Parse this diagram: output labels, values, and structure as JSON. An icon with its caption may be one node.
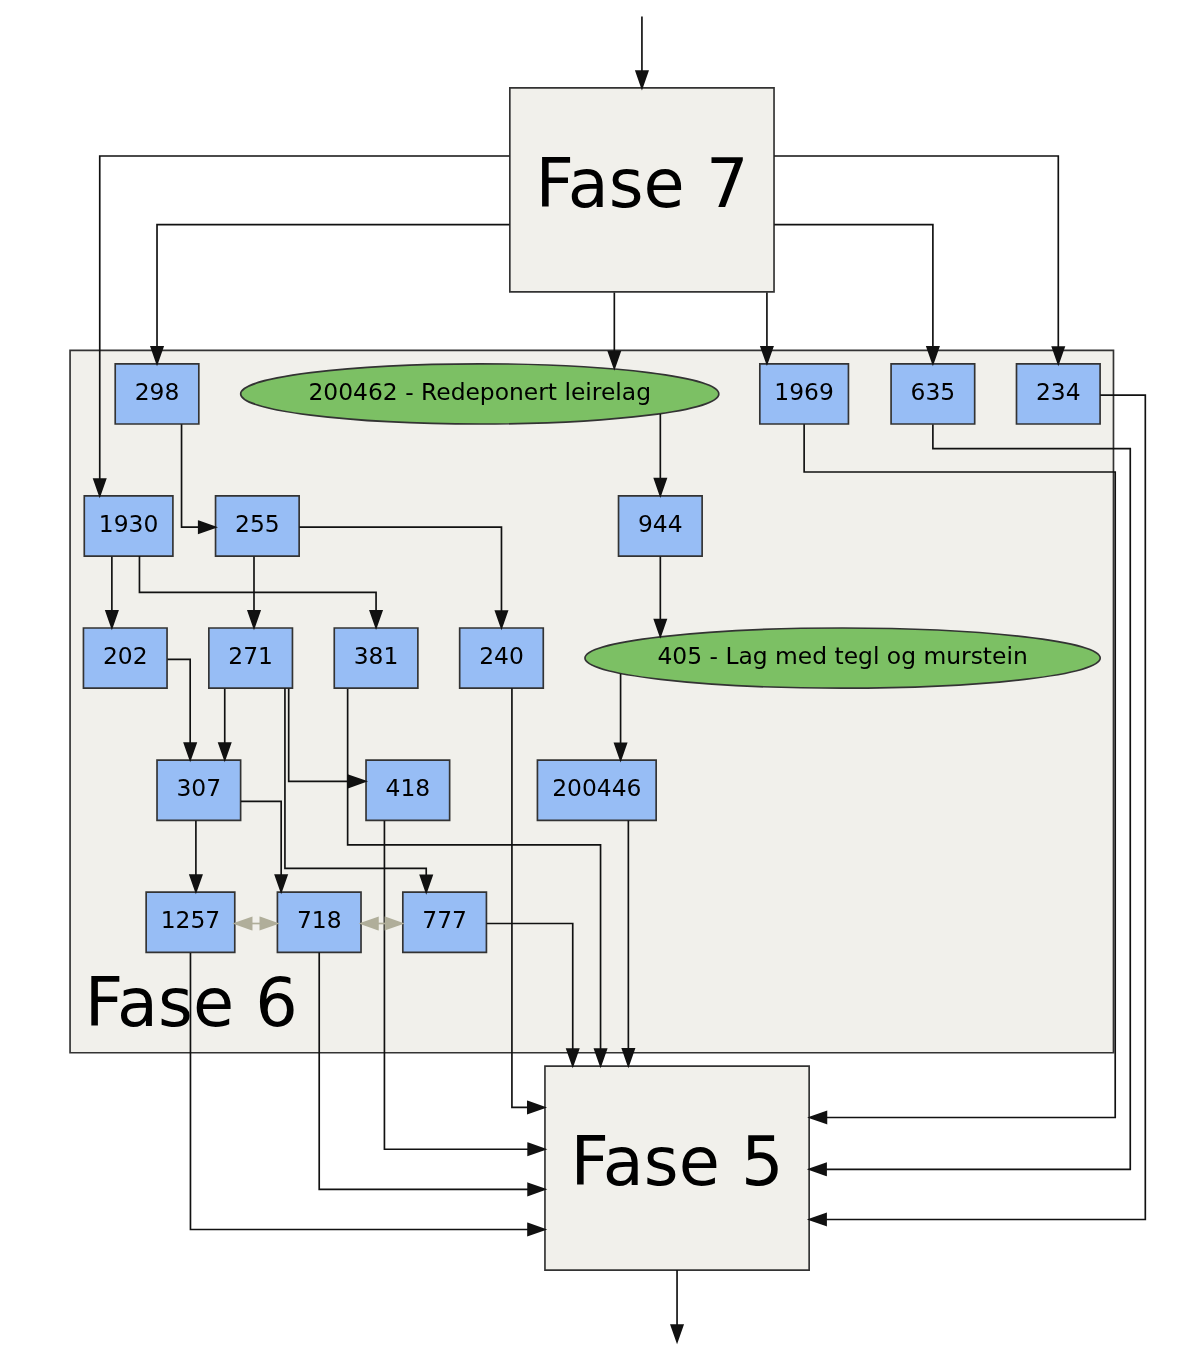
{
  "diagram": {
    "nodes": [
      {
        "text": [
          "Fase 7"
        ]
      },
      {
        "text": [
          "Fase 6"
        ]
      },
      {
        "text": [
          "1969"
        ],
        "in": 1
      },
      {
        "text": [
          "635"
        ],
        "in": 1
      },
      {
        "text": [
          "298"
        ],
        "in": 1
      },
      {
        "text": [
          "234"
        ],
        "in": 1
      },
      {
        "text": [
          "200462 - Redeponert leirelag"
        ],
        "in": 1
      },
      {
        "text": [
          "255"
        ],
        "in": 1
      },
      {
        "text": [
          "1930"
        ],
        "in": 1
      },
      {
        "text": [
          "944"
        ],
        "in": 1
      },
      {
        "text": [
          "240"
        ],
        "in": 1
      },
      {
        "text": [
          "271"
        ],
        "in": 1
      },
      {
        "text": [
          "202"
        ],
        "in": 1
      },
      {
        "text": [
          "381"
        ],
        "in": 1
      },
      {
        "text": [
          "405 - Lag med tegl og murstein"
        ],
        "in": 1
      },
      {
        "text": [
          "418"
        ],
        "in": 1
      },
      {
        "text": [
          "307"
        ],
        "in": 1
      },
      {
        "text": [
          "200446"
        ],
        "in": 1
      },
      {
        "text": [
          "777"
        ],
        "in": 1
      },
      {
        "text": [
          "718"
        ],
        "in": 1
      },
      {
        "text": [
          "1257"
        ],
        "in": 1
      },
      {
        "text": [
          "Fase 5"
        ]
      }
    ],
    "edges": [
      {
        "from": null,
        "to": 0,
        "arrow": "to"
      },
      {
        "from": 0,
        "to": 2,
        "arrow": "to"
      },
      {
        "from": 0,
        "to": 3,
        "arrow": "to"
      },
      {
        "from": 0,
        "to": 4,
        "arrow": "to"
      },
      {
        "from": 0,
        "to": 8,
        "arrow": "to"
      },
      {
        "from": 0,
        "to": 5,
        "arrow": "to"
      },
      {
        "from": 0,
        "to": 6,
        "arrow": "to"
      },
      {
        "from": 4,
        "to": 7,
        "arrow": "to"
      },
      {
        "from": 7,
        "to": 10,
        "arrow": "to"
      },
      {
        "from": 7,
        "to": 11,
        "arrow": "to"
      },
      {
        "from": 8,
        "to": 12,
        "arrow": "to"
      },
      {
        "from": 8,
        "to": 13,
        "arrow": "to"
      },
      {
        "from": 6,
        "to": 9,
        "arrow": "to"
      },
      {
        "from": 9,
        "to": 14,
        "arrow": "to"
      },
      {
        "from": 14,
        "to": 17,
        "arrow": "to"
      },
      {
        "from": 11,
        "to": 15,
        "arrow": "to"
      },
      {
        "from": 11,
        "to": 18,
        "arrow": "to"
      },
      {
        "from": 11,
        "to": 16,
        "arrow": "to"
      },
      {
        "from": 12,
        "to": 16,
        "arrow": "to"
      },
      {
        "from": 16,
        "to": 19,
        "arrow": "to"
      },
      {
        "from": 16,
        "to": 20,
        "arrow": "to"
      },
      {
        "from": 18,
        "to": 19,
        "arrow": "both",
        "style": "dashed",
        "color": "#b0ae9a"
      },
      {
        "from": 19,
        "to": 20,
        "arrow": "both",
        "style": "dashed",
        "color": "#b0ae9a"
      },
      {
        "from": 2,
        "to": 21,
        "arrow": "to"
      },
      {
        "from": 3,
        "to": 21,
        "arrow": "to"
      },
      {
        "from": 10,
        "to": 21,
        "arrow": "to"
      },
      {
        "from": 15,
        "to": 21,
        "arrow": "to"
      },
      {
        "from": 18,
        "to": 21,
        "arrow": "to"
      },
      {
        "from": 19,
        "to": 21,
        "arrow": "to"
      },
      {
        "from": 20,
        "to": 21,
        "arrow": "to"
      },
      {
        "from": 13,
        "to": 21,
        "arrow": "to"
      },
      {
        "from": 5,
        "to": 21,
        "arrow": "to"
      },
      {
        "from": 17,
        "to": 21,
        "arrow": "to"
      },
      {
        "from": 21,
        "to": null,
        "arrow": "to"
      }
    ]
  }
}
